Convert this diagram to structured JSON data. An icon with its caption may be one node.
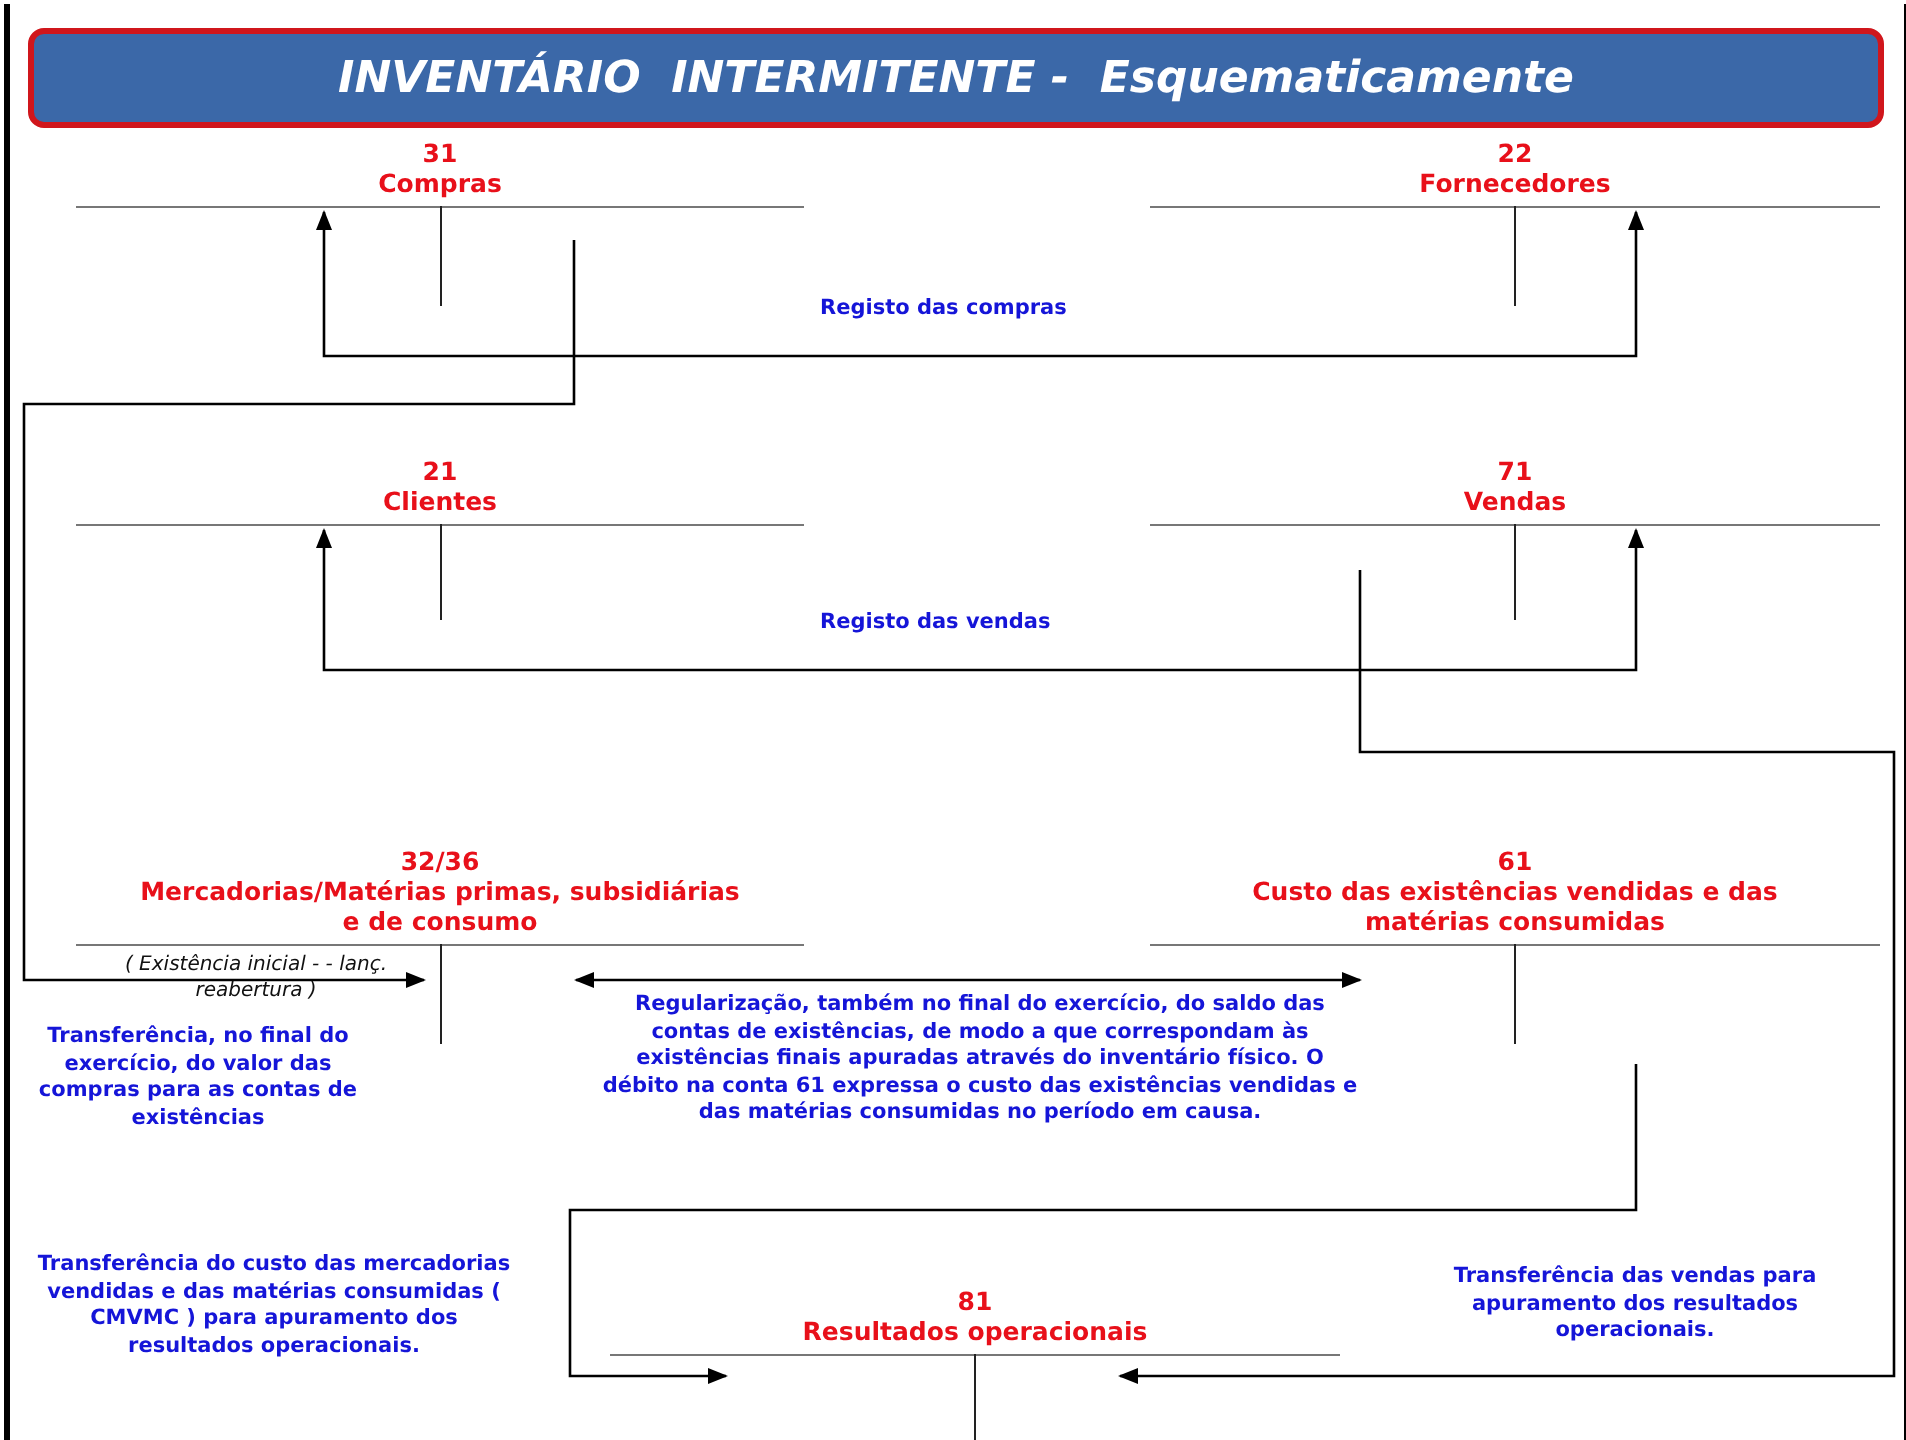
{
  "diagram": {
    "title": "INVENTÁRIO  INTERMITENTE -  Esquematicamente",
    "nodes": [
      {
        "text": [
          "31",
          "Compras"
        ]
      },
      {
        "text": [
          "22",
          "Fornecedores"
        ]
      },
      {
        "text": [
          "21",
          "Clientes"
        ]
      },
      {
        "text": [
          "71",
          "Vendas"
        ]
      },
      {
        "text": [
          "32/36",
          "Mercadorias/Matérias primas, subsidiárias e de consumo",
          "( Existência inicial - - lanç. reabertura )"
        ]
      },
      {
        "text": [
          "61",
          "Custo das existências vendidas e das matérias consumidas"
        ]
      },
      {
        "text": [
          "81",
          "Resultados operacionais"
        ]
      }
    ],
    "edges": [
      {
        "from": 0,
        "to": 1,
        "arrow": "both",
        "label": "Registo das compras"
      },
      {
        "from": 2,
        "to": 3,
        "arrow": "both",
        "label": "Registo das vendas"
      },
      {
        "from": 0,
        "to": 4,
        "arrow": "to"
      },
      {
        "from": 4,
        "to": 5,
        "arrow": "both"
      },
      {
        "from": 5,
        "to": 6,
        "arrow": "to"
      },
      {
        "from": 3,
        "to": 6,
        "arrow": "to"
      }
    ],
    "labels": [
      "Transferência, no final do exercício, do valor das compras para as contas de existências",
      "Regularização, também no final do exercício, do saldo das contas de existências, de modo a que correspondam às existências finais apuradas através do inventário físico. O débito na conta 61 expressa o custo das existências vendidas e das matérias consumidas no período em causa.",
      "Transferência do custo das mercadorias vendidas e das matérias consumidas ( CMVMC ) para apuramento dos resultados operacionais.",
      "Transferência das vendas para apuramento dos resultados operacionais."
    ]
  }
}
